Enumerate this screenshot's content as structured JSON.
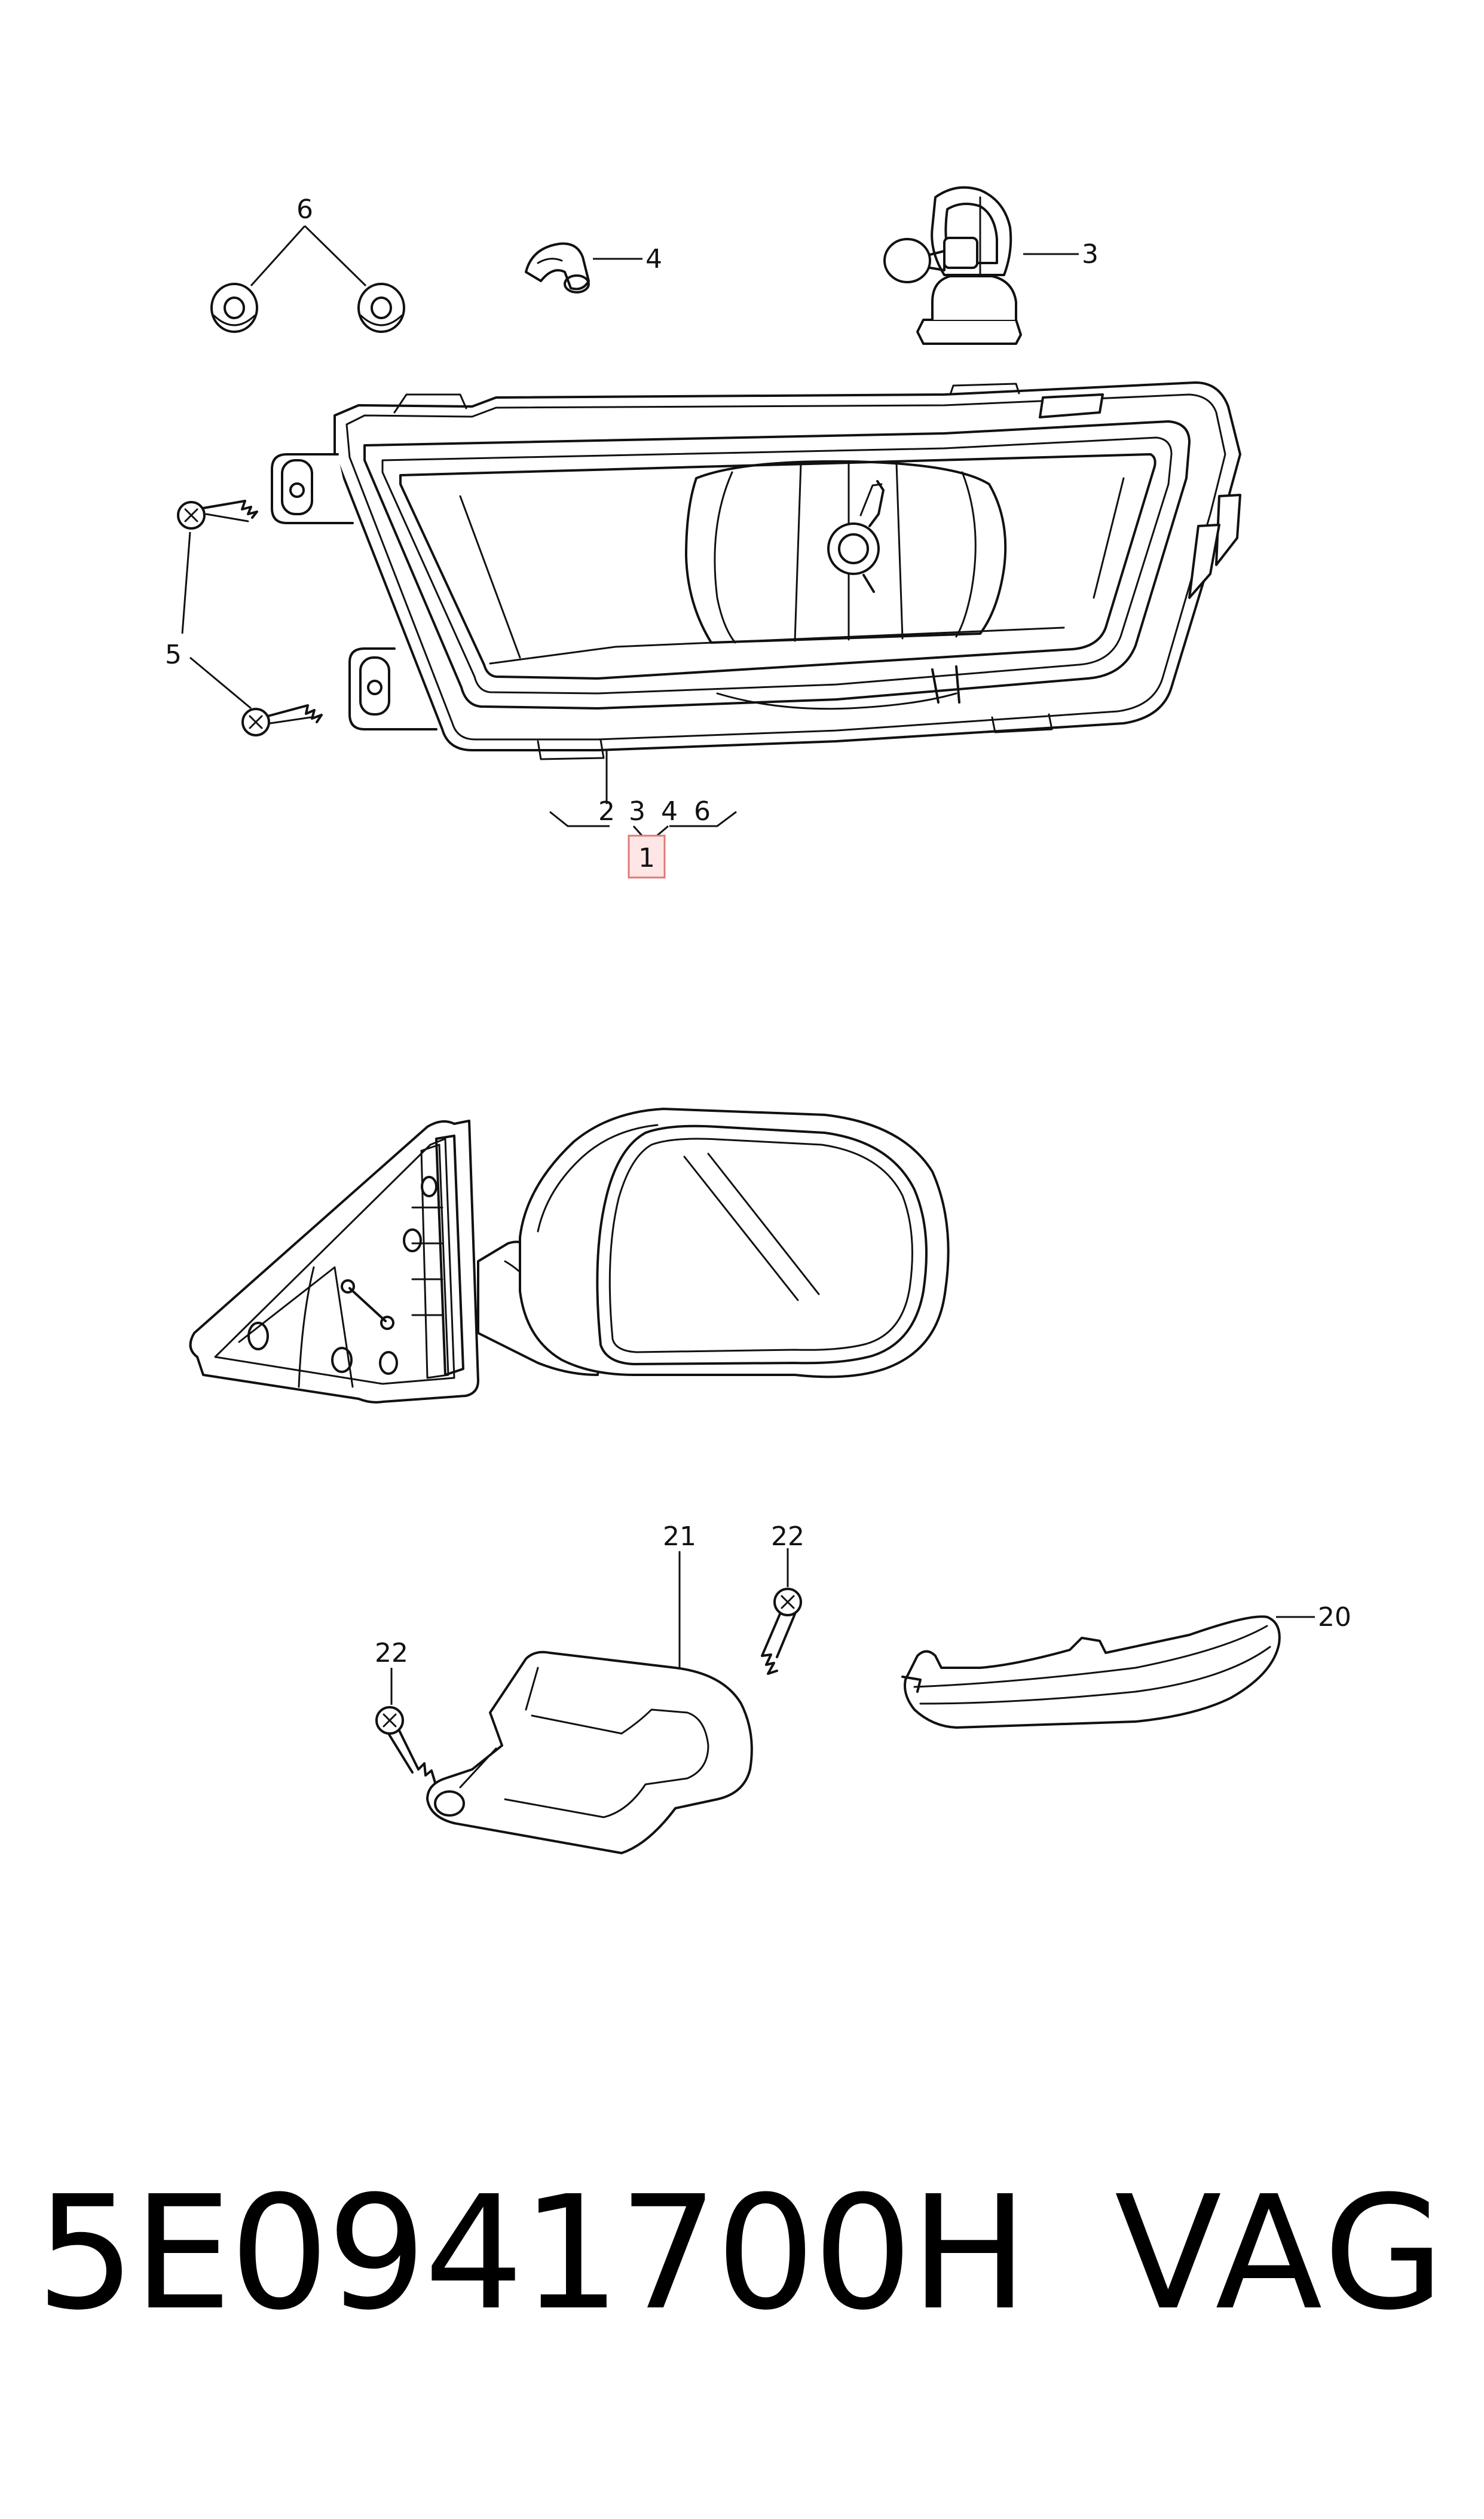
{
  "callouts": {
    "c6": "6",
    "c4": "4",
    "c3": "3",
    "c5": "5",
    "c1": "1",
    "sub2": "2",
    "sub3": "3",
    "sub4": "4",
    "sub6": "6",
    "c21": "21",
    "c22a": "22",
    "c22b": "22",
    "c20": "20"
  },
  "footer": {
    "part_number": "5E0941700H",
    "brand": "VAG"
  },
  "colors": {
    "line": "#111111",
    "highlight_fill": "#ffe6e6",
    "highlight_border": "#e07a7a"
  }
}
